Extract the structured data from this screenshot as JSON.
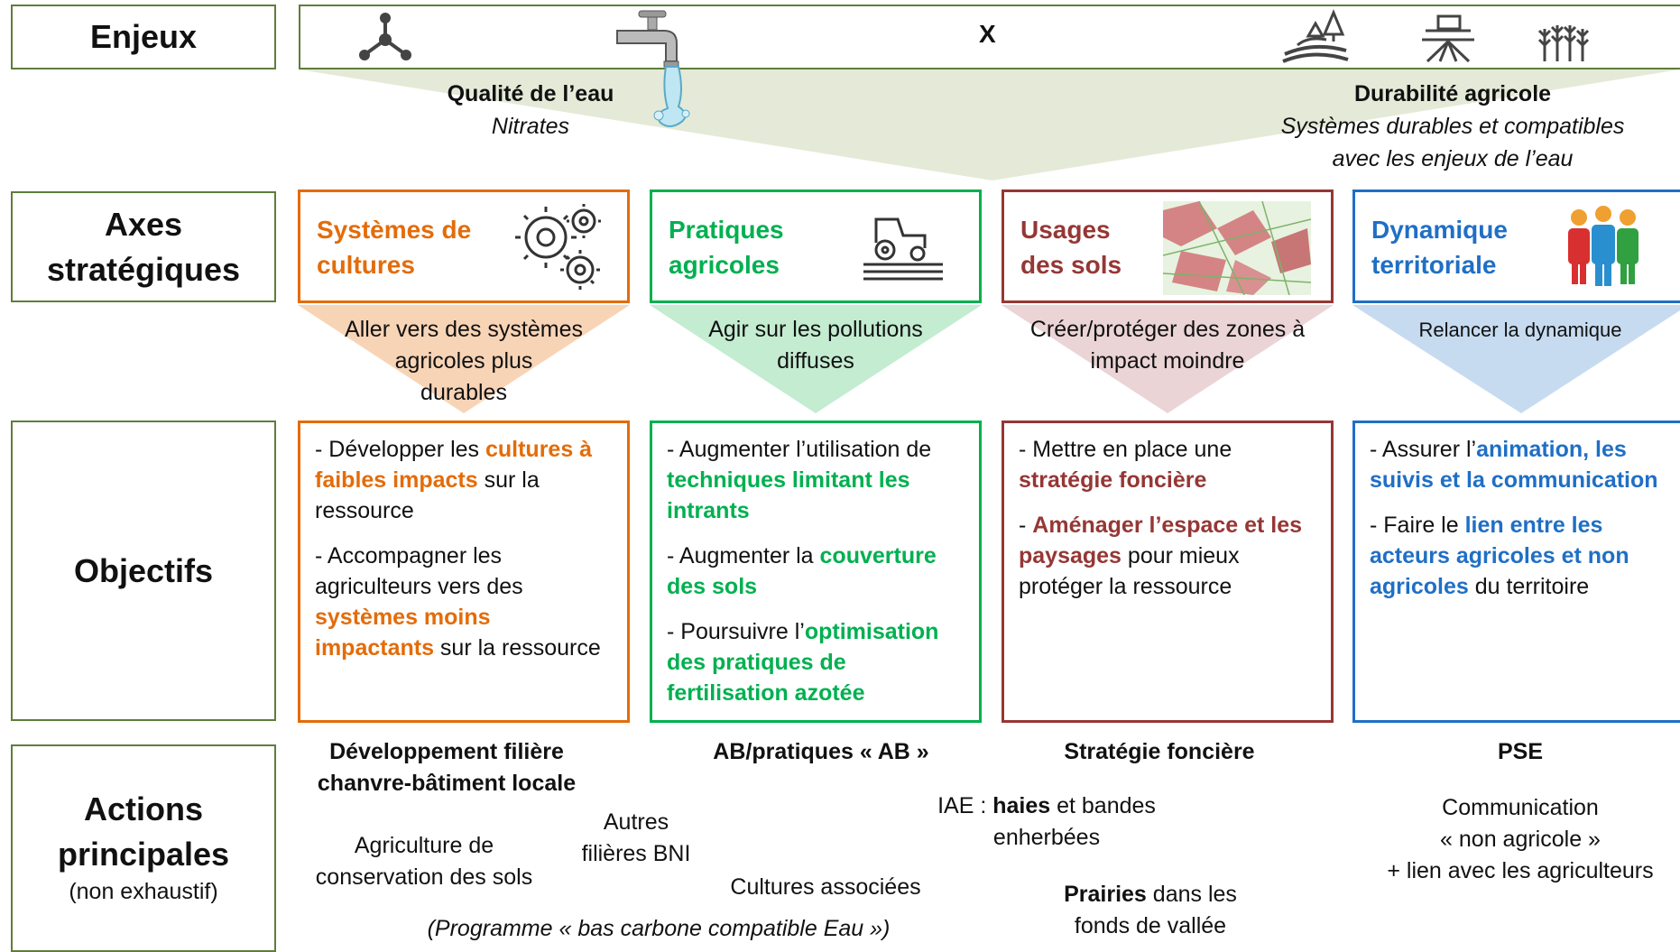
{
  "rows": {
    "enjeux": "Enjeux",
    "axes_line1": "Axes",
    "axes_line2": "stratégiques",
    "objectifs": "Objectifs",
    "actions_line1": "Actions",
    "actions_line2": "principales",
    "actions_sub": "(non exhaustif)"
  },
  "enjeux_bar": {
    "cross": "X",
    "icons": [
      "molecule-icon",
      "faucet-icon",
      "landscape-icon",
      "field-irrigation-icon",
      "wheat-icon"
    ]
  },
  "enjeux": {
    "eau_title": "Qualité de l’eau",
    "eau_sub": "Nitrates",
    "agri_title": "Durabilité agricole",
    "agri_sub1": "Systèmes durables et compatibles",
    "agri_sub2": "avec les enjeux de l’eau"
  },
  "axes": [
    {
      "line1": "Systèmes de",
      "line2": "cultures",
      "color": "#e36c0a",
      "icon": "gears-icon",
      "goal": [
        "Aller vers des systèmes",
        "agricoles plus",
        "durables"
      ]
    },
    {
      "line1": "Pratiques",
      "line2": "agricoles",
      "color": "#00b050",
      "icon": "tractor-icon",
      "goal": [
        "Agir sur les pollutions",
        "diffuses"
      ]
    },
    {
      "line1": "Usages",
      "line2": "des sols",
      "color": "#953735",
      "icon": "parcel-map-icon",
      "goal": [
        "Créer/protéger des zones à",
        "impact moindre"
      ]
    },
    {
      "line1": "Dynamique",
      "line2": "territoriale",
      "color": "#1f6fc5",
      "icon": "people-icon",
      "goal": [
        "Relancer la dynamique"
      ]
    }
  ],
  "objectifs": {
    "col1": {
      "p1a": "- Développer les ",
      "p1b": "cultures à faibles impacts",
      "p1c": " sur la ressource",
      "p2a": "- Accompagner les agriculteurs vers des ",
      "p2b": "systèmes moins impactants",
      "p2c": " sur la ressource"
    },
    "col2": {
      "p1a": "- Augmenter l’utilisation de ",
      "p1b": "techniques limitant les intrants",
      "p2a": "- Augmenter la ",
      "p2b": "couverture des sols",
      "p3a": "- Poursuivre l’",
      "p3b": "optimisation des pratiques de fertilisation azotée"
    },
    "col3": {
      "p1a": "- Mettre en place une ",
      "p1b": "stratégie foncière",
      "p2a": "- ",
      "p2b": "Aménager l’espace et les paysages",
      "p2c": " pour mieux protéger la ressource"
    },
    "col4": {
      "p1a": "- Assurer l’",
      "p1b": "animation, les suivis et la communication",
      "p2a": "- Faire le ",
      "p2b": "lien entre les acteurs agricoles et non agricoles",
      "p2c": " du territoire"
    }
  },
  "actions": {
    "chanvre1": "Développement filière",
    "chanvre2": "chanvre-bâtiment locale",
    "acs1": "Agriculture de",
    "acs2": "conservation des sols",
    "bni1": "Autres",
    "bni2": "filières BNI",
    "ab": "AB/pratiques « AB »",
    "assoc": "Cultures associées",
    "bascarbone": "(Programme « bas carbone compatible Eau »)",
    "fonciere": "Stratégie foncière",
    "iae_a": "IAE : ",
    "iae_b": "haies",
    "iae_c": " et bandes",
    "iae_d": "enherbées",
    "prairies_a": "Prairies",
    "prairies_b": " dans les",
    "prairies_c": "fonds de vallée",
    "pse": "PSE",
    "comm1": "Communication",
    "comm2": "« non agricole »",
    "comm3": "+ lien avec les agriculteurs"
  }
}
